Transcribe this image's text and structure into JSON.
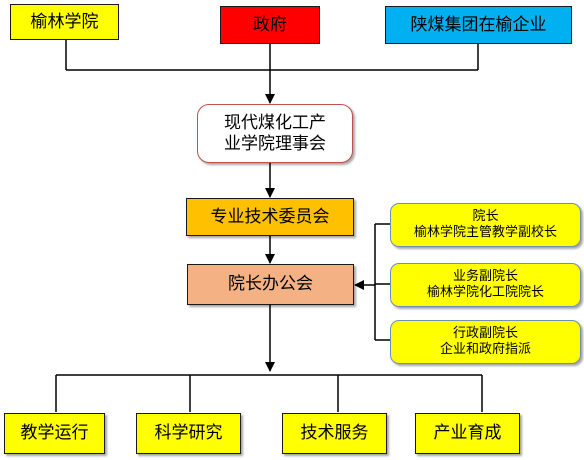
{
  "top": {
    "yulin_college": "榆林学院",
    "government": "政府",
    "shaanxi_coal": "陕煤集团在榆企业"
  },
  "council": {
    "line1": "现代煤化工产",
    "line2": "业学院理事会"
  },
  "committee": "专业技术委员会",
  "dean_meeting": "院长办公会",
  "members": [
    {
      "title": "院长",
      "desc": "榆林学院主管教学副校长"
    },
    {
      "title": "业务副院长",
      "desc": "榆林学院化工院院长"
    },
    {
      "title": "行政副院长",
      "desc": "企业和政府指派"
    }
  ],
  "functions": [
    "教学运行",
    "科学研究",
    "技术服务",
    "产业育成"
  ],
  "colors": {
    "government": "#ff0000",
    "shaanxi_coal": "#00b0f0",
    "council_border": "#c0504d",
    "committee": "#ffc000",
    "dean_meeting": "#f4b183",
    "yellow": "#ffff00"
  }
}
